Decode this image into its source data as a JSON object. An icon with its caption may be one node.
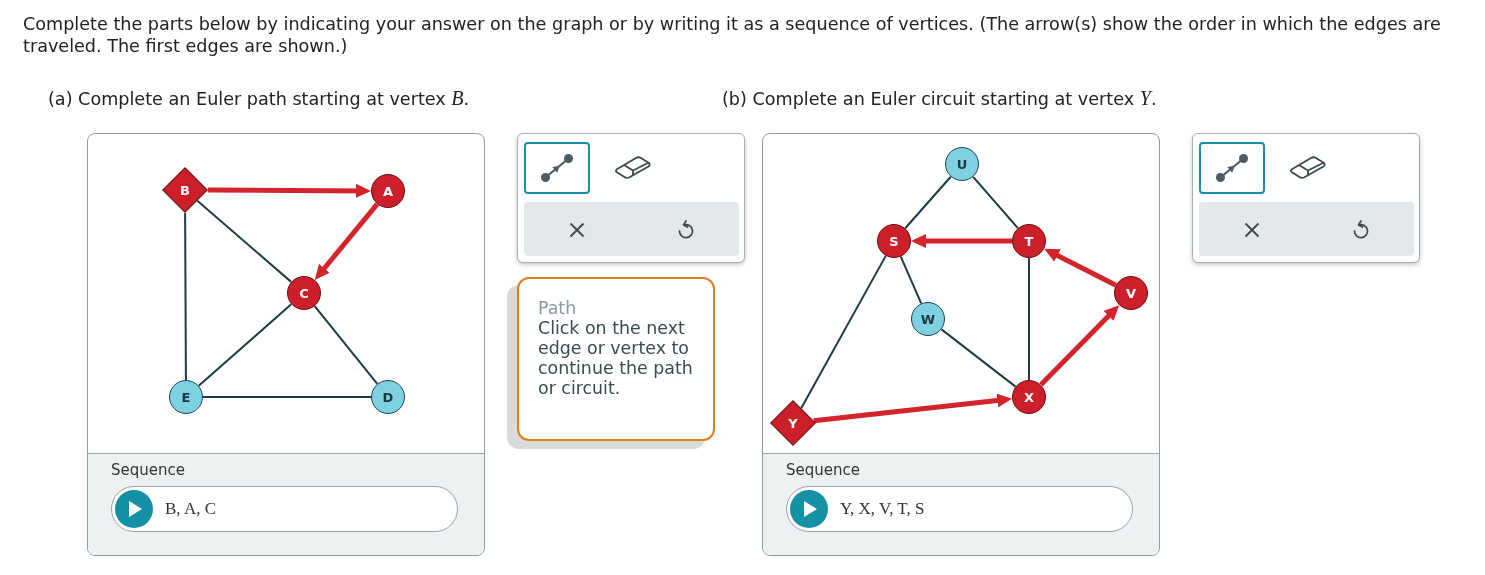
{
  "diagram": {
    "nodes": [
      {
        "text": [
          "Sequence"
        ]
      },
      {
        "text": [
          "B"
        ],
        "in": 0
      },
      {
        "text": [
          "A"
        ],
        "in": 0
      },
      {
        "text": [
          "C"
        ],
        "in": 0
      },
      {
        "text": [
          "E"
        ],
        "in": 0
      },
      {
        "text": [
          "D"
        ],
        "in": 0
      },
      {
        "text": [
          "B, A, C"
        ],
        "in": 0
      },
      {
        "text": [
          "Path",
          "Click on the next edge or vertex to continue the path or circuit."
        ]
      },
      {
        "text": [
          "Sequence"
        ]
      },
      {
        "text": [
          "U"
        ],
        "in": 8
      },
      {
        "text": [
          "S"
        ],
        "in": 8
      },
      {
        "text": [
          "T"
        ],
        "in": 8
      },
      {
        "text": [
          "V"
        ],
        "in": 8
      },
      {
        "text": [
          "W"
        ],
        "in": 8
      },
      {
        "text": [
          "X"
        ],
        "in": 8
      },
      {
        "text": [
          "Y"
        ],
        "in": 8
      },
      {
        "text": [
          "Y, X, V, T, S"
        ],
        "in": 8
      }
    ],
    "edges": [
      {
        "from": 1,
        "to": 2,
        "arrow": "to",
        "style": "thick",
        "color": "#d3232b"
      },
      {
        "from": 2,
        "to": 3,
        "arrow": "to",
        "style": "thick",
        "color": "#d3232b"
      },
      {
        "from": 1,
        "to": 3,
        "arrow": "none"
      },
      {
        "from": 1,
        "to": 4,
        "arrow": "none"
      },
      {
        "from": 3,
        "to": 4,
        "arrow": "none"
      },
      {
        "from": 3,
        "to": 5,
        "arrow": "none"
      },
      {
        "from": 4,
        "to": 5,
        "arrow": "none"
      },
      {
        "from": 15,
        "to": 14,
        "arrow": "to",
        "style": "thick",
        "color": "#d3232b"
      },
      {
        "from": 14,
        "to": 12,
        "arrow": "to",
        "style": "thick",
        "color": "#d3232b"
      },
      {
        "from": 12,
        "to": 11,
        "arrow": "to",
        "style": "thick",
        "color": "#d3232b"
      },
      {
        "from": 11,
        "to": 10,
        "arrow": "to",
        "style": "thick",
        "color": "#d3232b"
      },
      {
        "from": 9,
        "to": 10,
        "arrow": "none"
      },
      {
        "from": 9,
        "to": 11,
        "arrow": "none"
      },
      {
        "from": 10,
        "to": 13,
        "arrow": "none"
      },
      {
        "from": 10,
        "to": 15,
        "arrow": "none"
      },
      {
        "from": 13,
        "to": 14,
        "arrow": "none"
      },
      {
        "from": 11,
        "to": 14,
        "arrow": "none"
      }
    ],
    "labels": [
      "Complete the parts below by indicating your answer on the graph or by writing it as a sequence of vertices. (The arrow(s) show the order in which the edges are traveled. The first edges are shown.)",
      "(a) Complete an Euler path starting at vertex *B*.",
      "(b) Complete an Euler circuit starting at vertex *Y*."
    ]
  }
}
